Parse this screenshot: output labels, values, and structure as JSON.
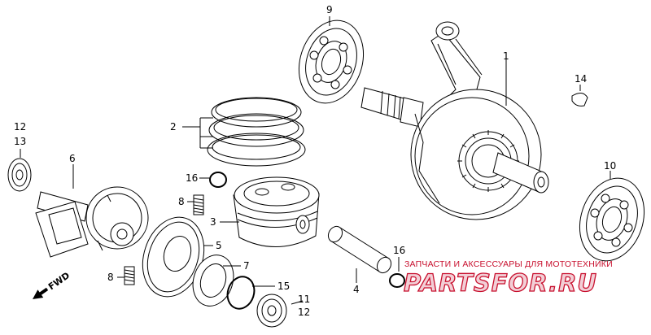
{
  "callouts": [
    {
      "id": "c1",
      "text": "1"
    },
    {
      "id": "c2",
      "text": "2"
    },
    {
      "id": "c3",
      "text": "3"
    },
    {
      "id": "c4",
      "text": "4"
    },
    {
      "id": "c5",
      "text": "5"
    },
    {
      "id": "c6",
      "text": "6"
    },
    {
      "id": "c7",
      "text": "7"
    },
    {
      "id": "c8a",
      "text": "8"
    },
    {
      "id": "c8b",
      "text": "8"
    },
    {
      "id": "c9",
      "text": "9"
    },
    {
      "id": "c10",
      "text": "10"
    },
    {
      "id": "c11",
      "text": "11"
    },
    {
      "id": "c12a",
      "text": "12"
    },
    {
      "id": "c12b",
      "text": "12"
    },
    {
      "id": "c13",
      "text": "13"
    },
    {
      "id": "c14",
      "text": "14"
    },
    {
      "id": "c15",
      "text": "15"
    },
    {
      "id": "c16a",
      "text": "16"
    },
    {
      "id": "c16b",
      "text": "16"
    }
  ],
  "direction_label": "FWD",
  "watermark": {
    "subtitle": "ЗАПЧАСТИ И АКСЕССУАРЫ ДЛЯ МОТОТЕХНИКИ",
    "logo": "PARTSFOR.RU"
  },
  "colors": {
    "line": "#000000",
    "watermark_red": "#c8102e",
    "watermark_fill": "#f2cfd6"
  }
}
